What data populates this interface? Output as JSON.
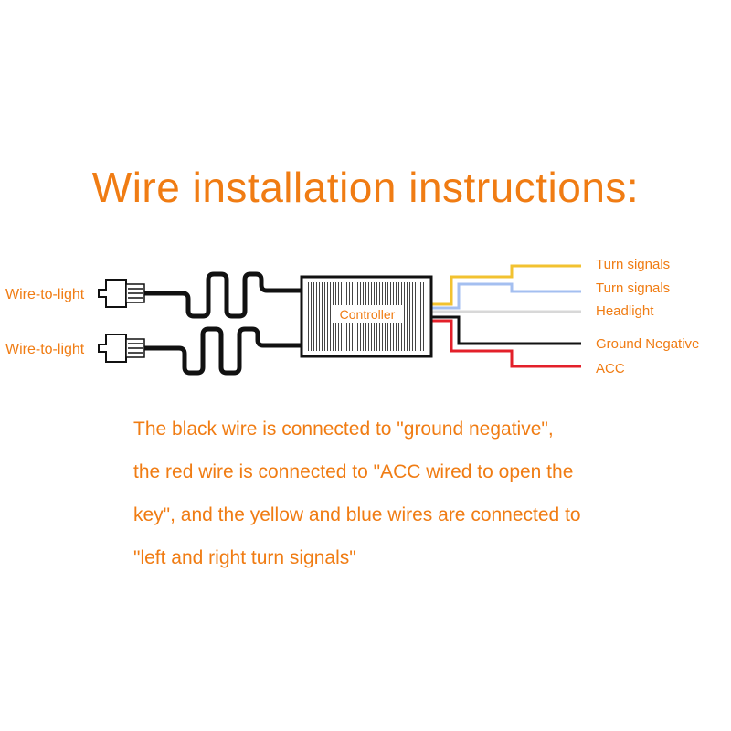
{
  "title": "Wire installation instructions:",
  "left_labels": [
    "Wire-to-light",
    "Wire-to-light"
  ],
  "controller_label": "Controller",
  "right_labels": [
    {
      "text": "Turn signals",
      "wire_color": "#f2c230"
    },
    {
      "text": "Turn signals",
      "wire_color": "#a4bff0"
    },
    {
      "text": "Headlight",
      "wire_color": "#d8d8d8"
    },
    {
      "text": "Ground Negative",
      "wire_color": "#111111"
    },
    {
      "text": "ACC",
      "wire_color": "#e3202a"
    }
  ],
  "instructions": [
    "The black wire is connected to \"ground negative\",",
    "the red wire is connected to \"ACC wired to open the",
    "key\", and the yellow and blue wires are connected to",
    "\"left and right turn signals\""
  ],
  "colors": {
    "accent": "#f07c13",
    "wire": "#111111"
  }
}
